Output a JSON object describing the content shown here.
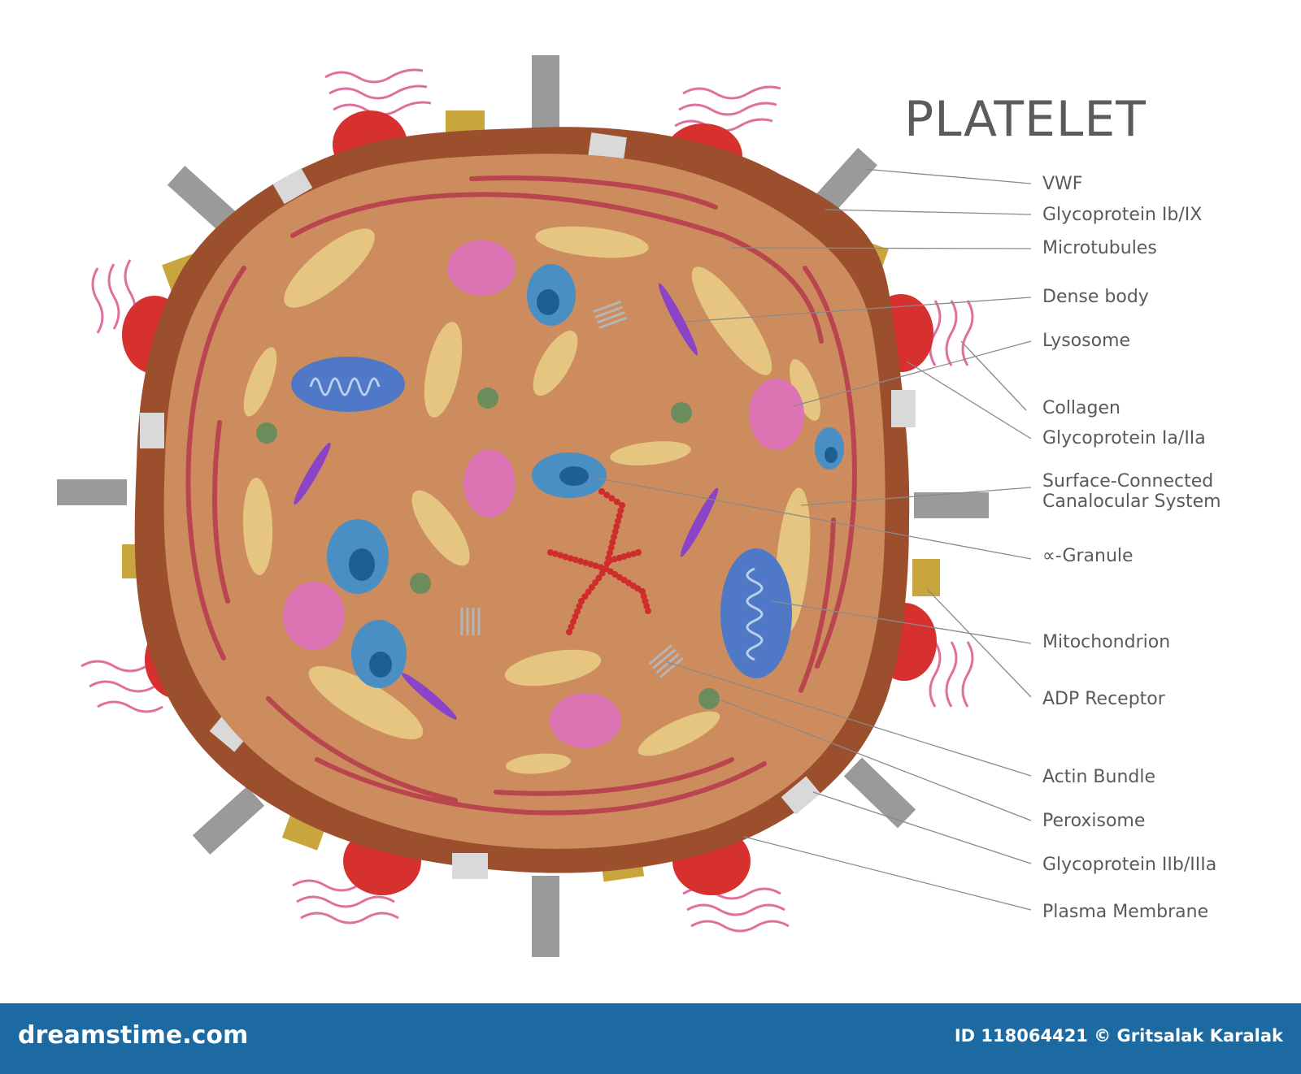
{
  "title": "PLATELET",
  "labels": [
    "VWF",
    "Glycoprotein Ib/IX",
    "Microtubules",
    "Dense body",
    "Lysosome",
    "Collagen",
    "Glycoprotein Ia/IIa",
    "Surface-Connected",
    "Canalocular System",
    "∝-Granule",
    "Mitochondrion",
    "ADP Receptor",
    "Actin Bundle",
    "Peroxisome",
    "Glycoprotein IIb/IIIa",
    "Plasma Membrane"
  ],
  "footer": {
    "brand": "dreamstime.com",
    "credit": "ID 118064421 © Gritsalak Karalak"
  },
  "colors": {
    "membrane": "#9c4f2c",
    "cytoplasm": "#cd8c5e",
    "microtubule": "#b9454f",
    "alpha_granule": "#e6c581",
    "lysosome": "#dc73b3",
    "dense_body": "#4a8fc4",
    "mitochondrion": "#4f79c6",
    "peroxisome": "#6c8c5c",
    "actin": "#cf2d2d",
    "glycoprotein_red": "#d6312f",
    "vwf_gray": "#9a9a9a",
    "adp_yellow": "#c8a53d",
    "collagen_pink": "#e06fa0",
    "title": "#5b5b5b",
    "footer": "#1c6aa1"
  }
}
